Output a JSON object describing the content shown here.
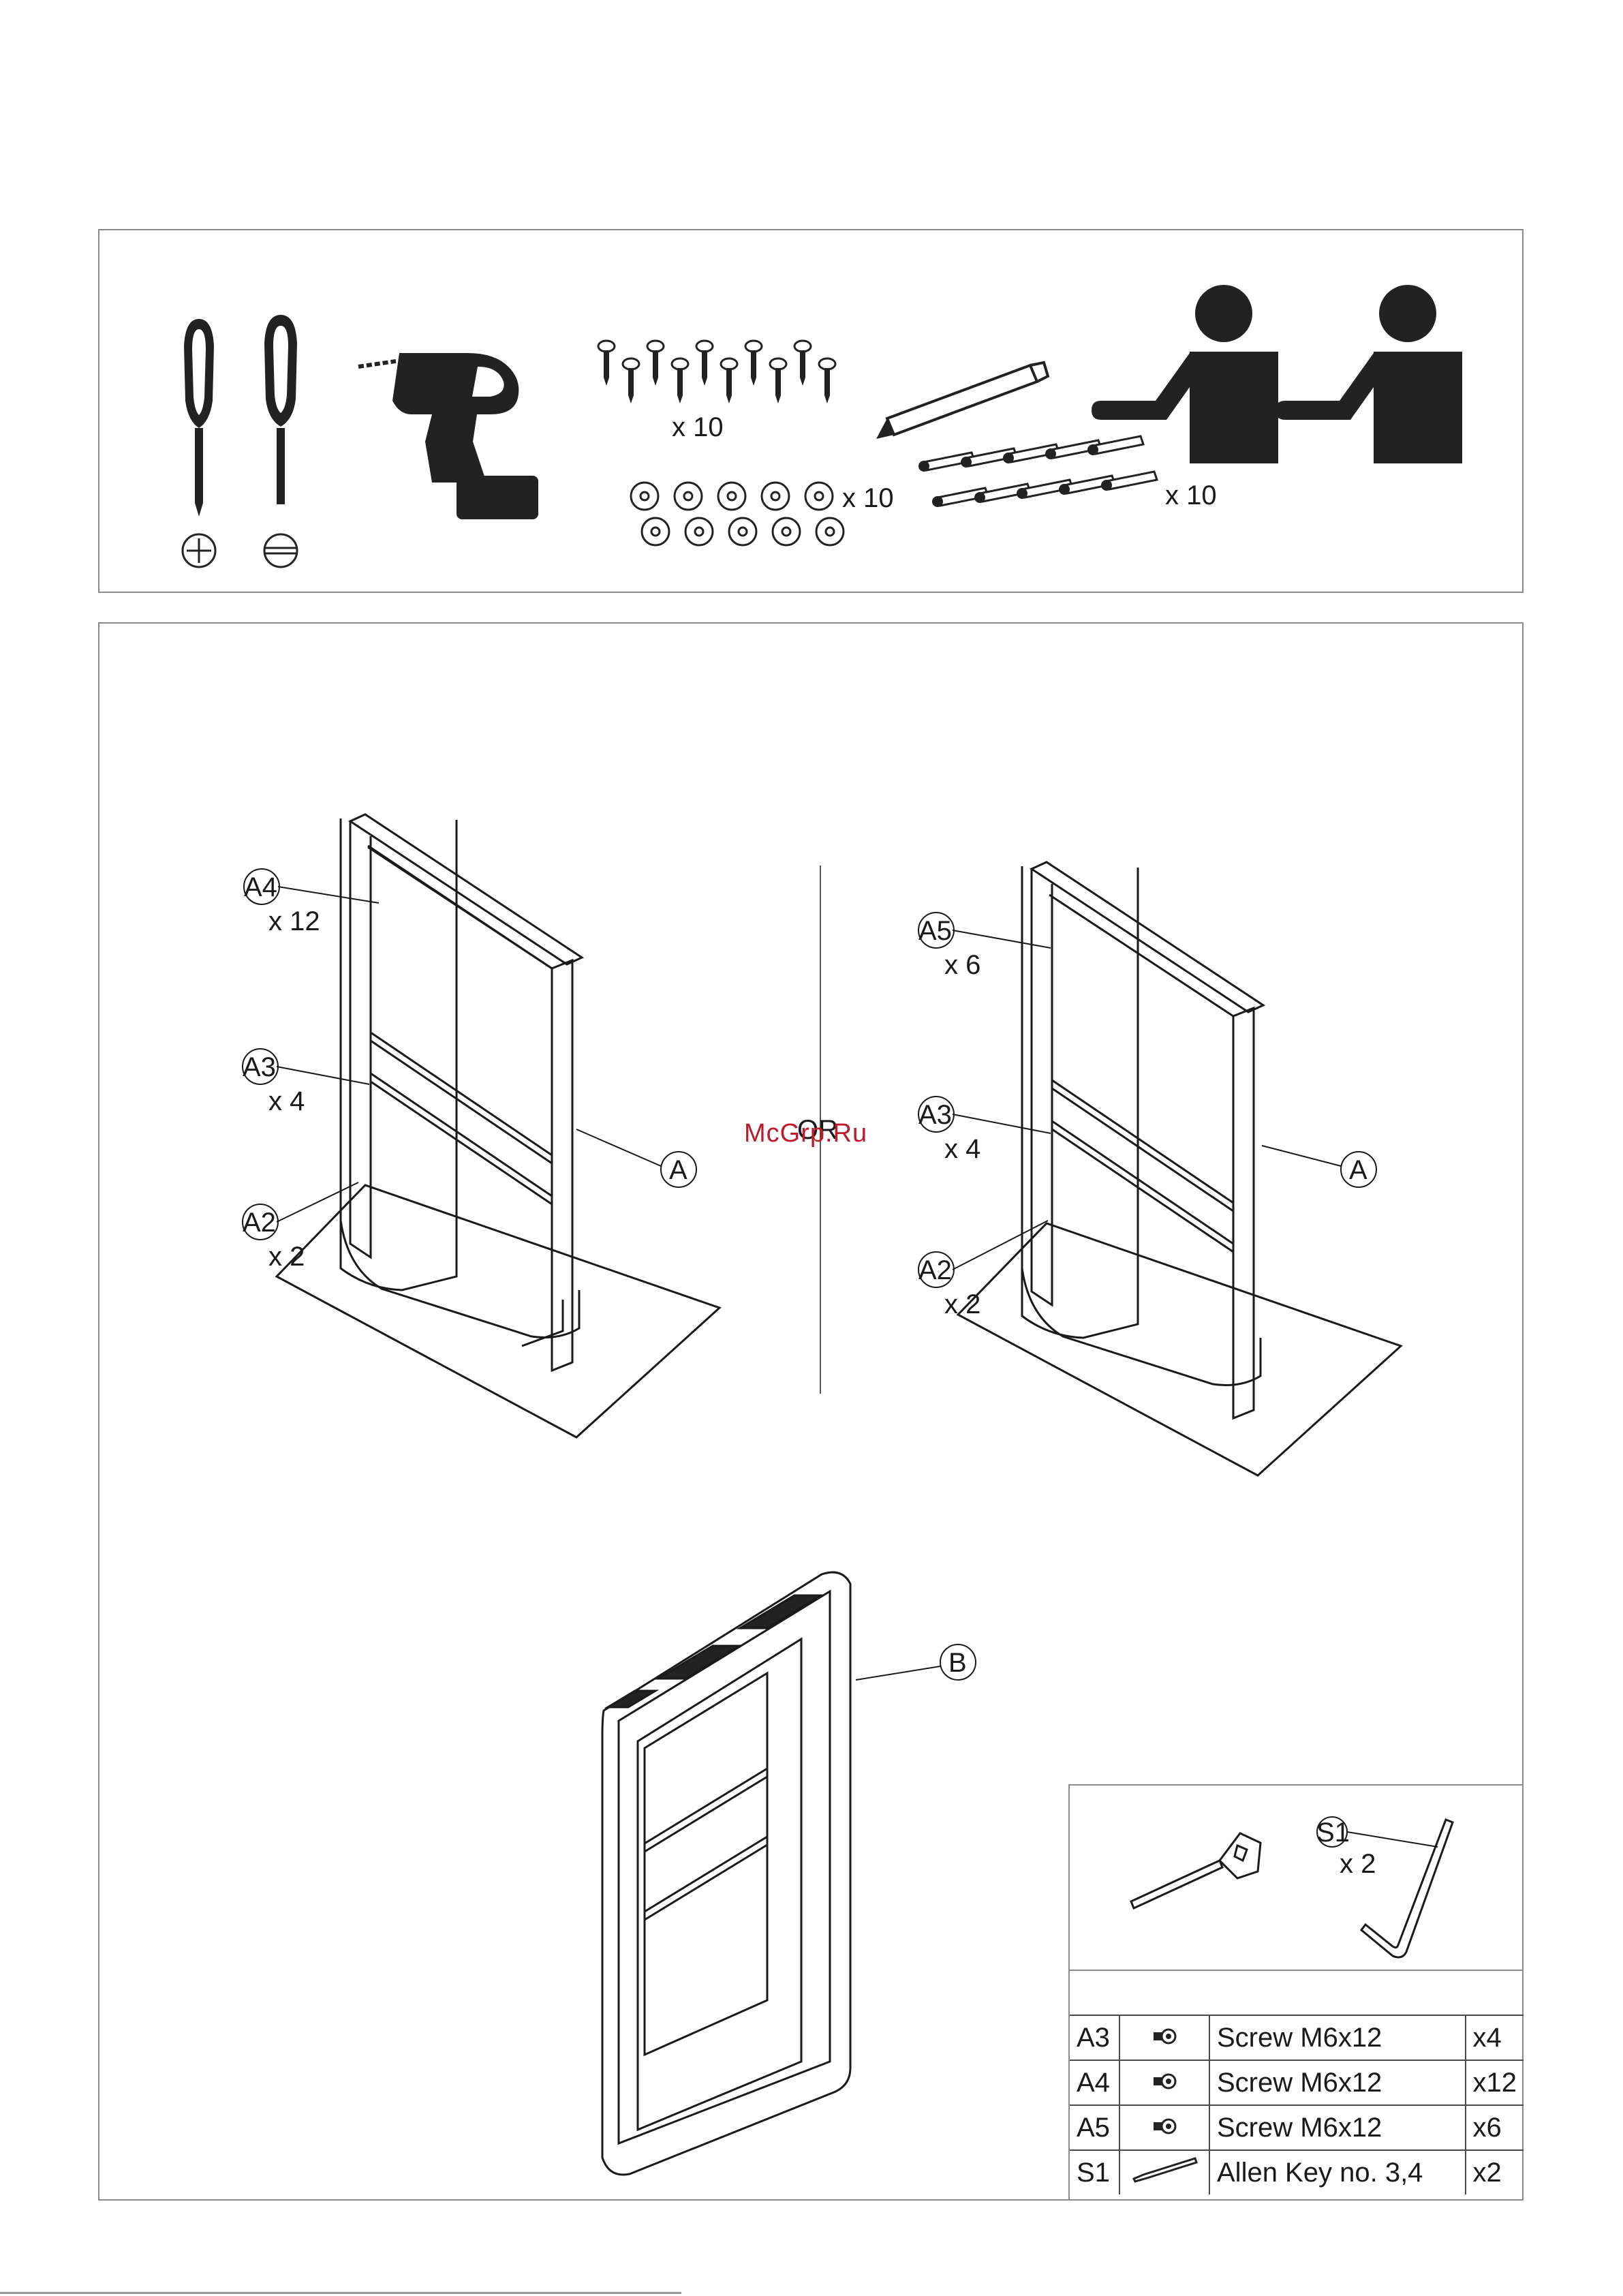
{
  "tools": {
    "screws_qty": "x 10",
    "washers_qty": "x 10",
    "plugs_qty": "x 10",
    "screwdrivers": [
      "phillips-icon",
      "flathead-icon"
    ],
    "persons": 2
  },
  "assembly": {
    "left_callouts": {
      "a4": {
        "id": "A4",
        "qty": "x 12"
      },
      "a3": {
        "id": "A3",
        "qty": "x 4"
      },
      "a2": {
        "id": "A2",
        "qty": "x 2"
      },
      "frame": "A"
    },
    "or_label": "OR",
    "right_callouts": {
      "a5": {
        "id": "A5",
        "qty": "x 6"
      },
      "a3": {
        "id": "A3",
        "qty": "x 4"
      },
      "a2": {
        "id": "A2",
        "qty": "x 2"
      },
      "frame": "A"
    },
    "panel_label": "B",
    "watermark": "McGrp.Ru"
  },
  "kit": {
    "allen_key": {
      "id": "S1",
      "qty": "x 2"
    },
    "rows": [
      {
        "id": "A3",
        "desc": "Screw M6x12",
        "qty": "x4",
        "icon": "screw-icon"
      },
      {
        "id": "A4",
        "desc": "Screw M6x12",
        "qty": "x12",
        "icon": "screw-icon"
      },
      {
        "id": "A5",
        "desc": "Screw M6x12",
        "qty": "x6",
        "icon": "screw-icon"
      },
      {
        "id": "S1",
        "desc": "Allen Key no. 3,4",
        "qty": "x2",
        "icon": "allen-key-icon"
      }
    ]
  }
}
